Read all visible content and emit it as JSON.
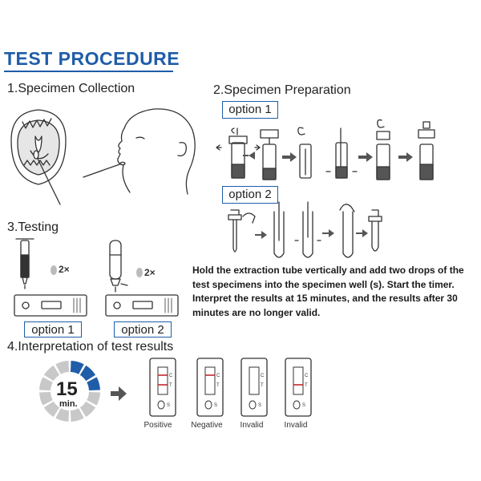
{
  "header": {
    "title": "TEST PROCEDURE"
  },
  "sections": {
    "collection": "1.Specimen Collection",
    "preparation": "2.Specimen Preparation",
    "testing": "3.Testing",
    "interpretation": "4.Interpretation of test results"
  },
  "preparation_options": [
    "option 1",
    "option 2"
  ],
  "testing_options": [
    "option 1",
    "option 2"
  ],
  "drops": [
    "2×",
    "2×"
  ],
  "instructions": "Hold the extraction tube vertically and add two drops of the test specimens into the specimen well (s). Start the timer. Interpret the results at 15 minutes, and the results after 30 minutes are no longer valid.",
  "timer": {
    "value": "15",
    "unit": "min.",
    "accent": "#1f5da8",
    "track": "#c8c8c8"
  },
  "results": [
    "Positive",
    "Negative",
    "Invalid",
    "Invalid"
  ],
  "cassette_marks": {
    "control": "C",
    "test": "T",
    "well": "S"
  },
  "colors": {
    "accent": "#1f5da8",
    "line": "#c0282d",
    "arrow": "#555555"
  }
}
